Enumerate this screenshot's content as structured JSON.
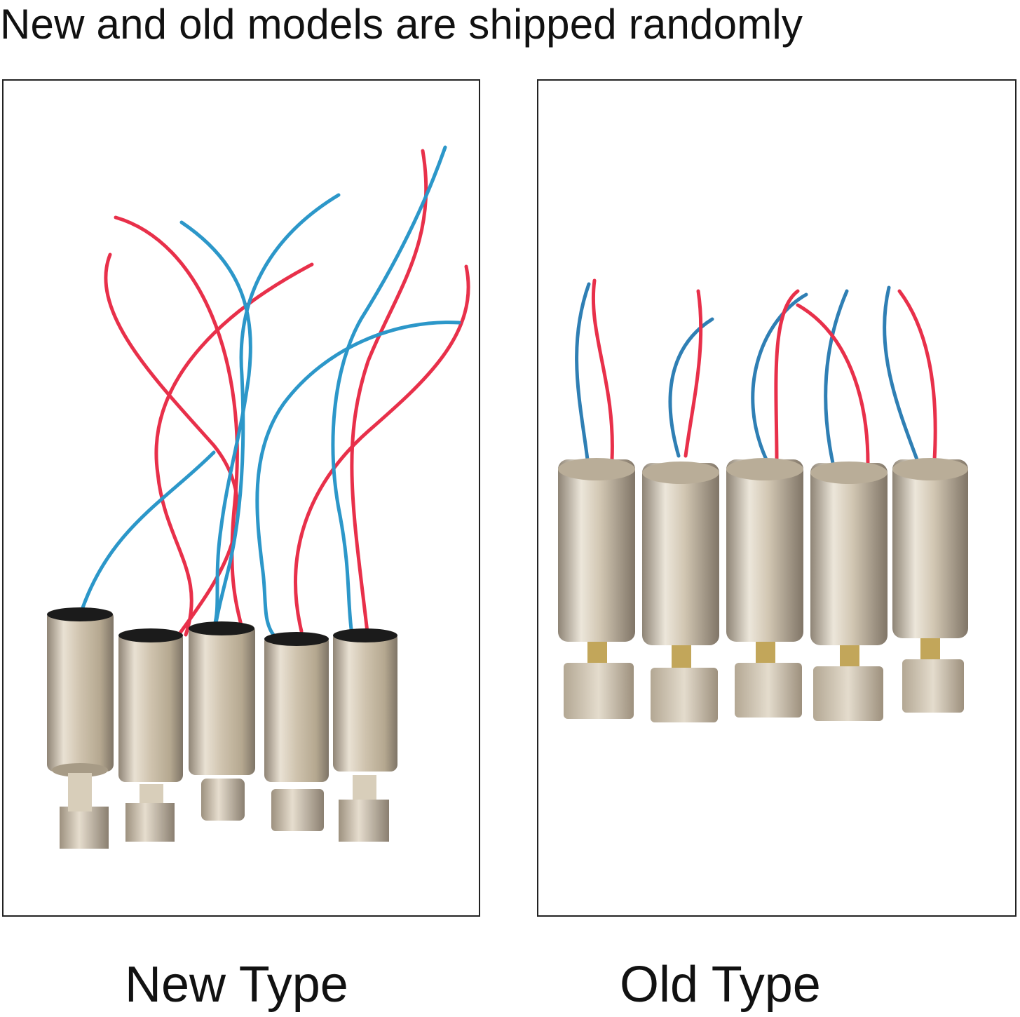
{
  "headline": "New and old models are shipped randomly",
  "new_panel": {
    "caption": "New Type",
    "photo": "five-vibration-motors-with-long-wires"
  },
  "old_panel": {
    "caption": "Old Type",
    "photo": "five-vibration-motors-with-short-wires"
  },
  "colors": {
    "wire_red": "#e8304a",
    "wire_blue": "#2c97c9",
    "wire_blue_old": "#2f7fb4",
    "motor_metal": "#d9cdb9",
    "border": "#222222"
  }
}
